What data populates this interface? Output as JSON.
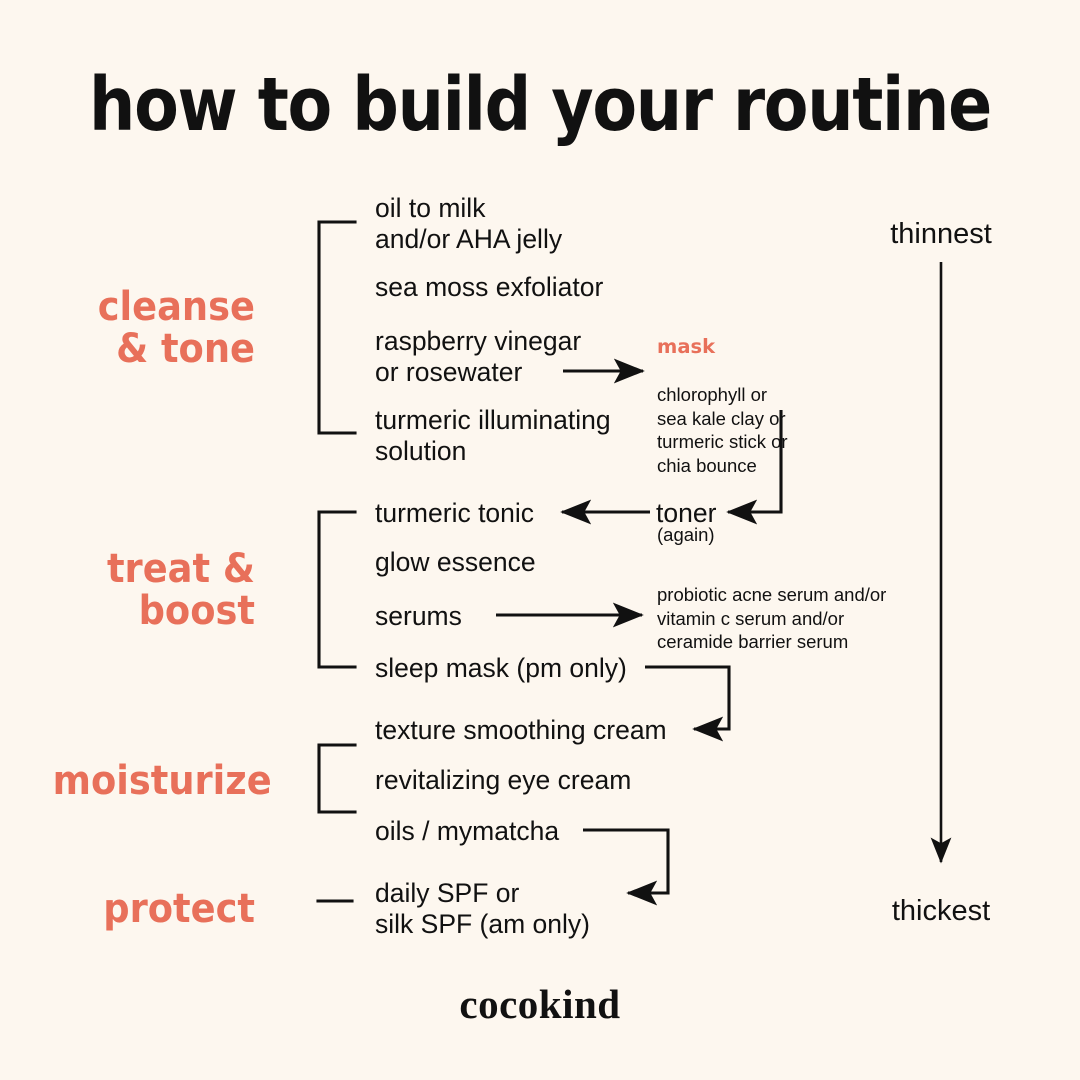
{
  "page": {
    "title": "how to build your routine",
    "brand": "cocokind",
    "background_color": "#fdf7ef",
    "accent_color": "#e8705a",
    "text_color": "#111111"
  },
  "axis": {
    "top_label": "thinnest",
    "bottom_label": "thickest"
  },
  "categories": [
    {
      "id": "cleanse",
      "label": "cleanse\n& tone"
    },
    {
      "id": "treat",
      "label": "treat &\nboost"
    },
    {
      "id": "moisturize",
      "label": "moisturize"
    },
    {
      "id": "protect",
      "label": "protect"
    }
  ],
  "steps": {
    "oil_to_milk": "oil to milk\nand/or AHA jelly",
    "sea_moss": "sea moss exfoliator",
    "raspberry": "raspberry vinegar\nor rosewater",
    "turmeric_illuminating": "turmeric illuminating\nsolution",
    "turmeric_tonic": "turmeric tonic",
    "glow_essence": "glow essence",
    "serums": "serums",
    "sleep_mask": "sleep mask (pm only)",
    "texture_cream": "texture smoothing cream",
    "eye_cream": "revitalizing eye cream",
    "oils": "oils / mymatcha",
    "spf": "daily SPF or\nsilk SPF (am only)"
  },
  "branches": {
    "mask": {
      "heading": "mask",
      "options": "chlorophyll or\nsea kale clay or\nturmeric stick or\nchia bounce"
    },
    "toner": {
      "label": "toner",
      "note": "(again)"
    },
    "serum_options": "probiotic acne serum and/or\nvitamin c serum and/or\nceramide barrier serum"
  }
}
